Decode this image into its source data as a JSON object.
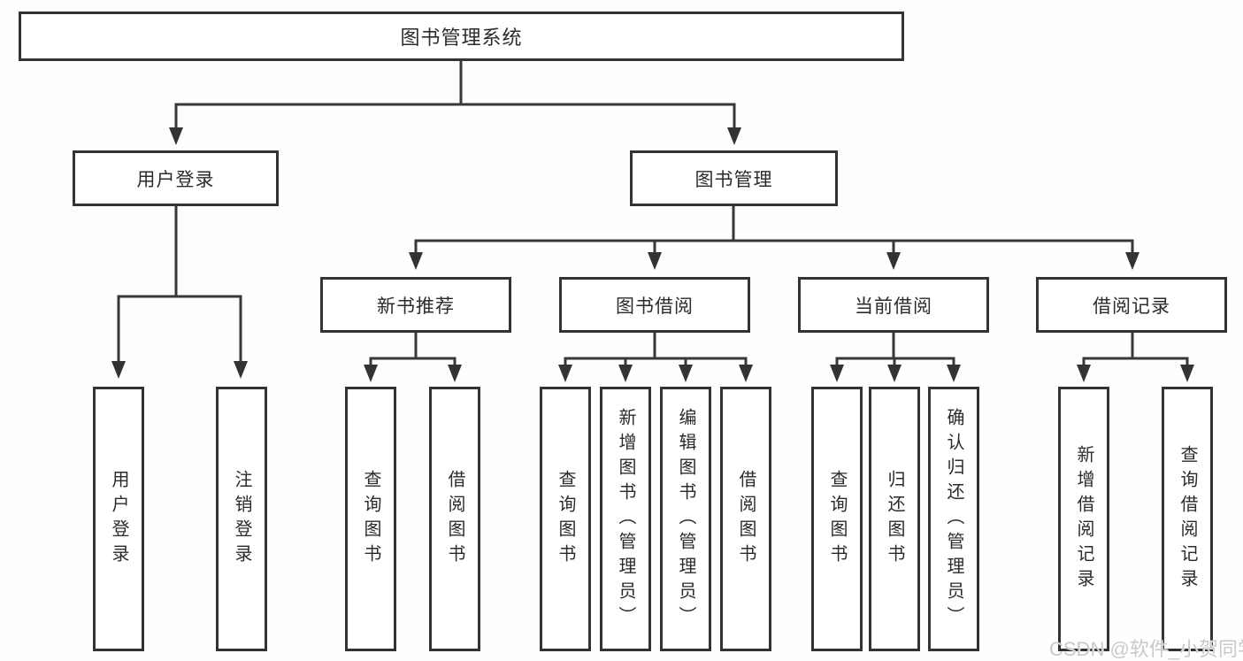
{
  "page": {
    "background": "#fefefe",
    "line_color": "#383838",
    "border_color": "#333333",
    "text_color": "#2b2b2b"
  },
  "tree": {
    "root": {
      "label": "图书管理系统"
    },
    "branches": [
      {
        "label": "用户登录",
        "children": [
          {
            "label": "用户登录"
          },
          {
            "label": "注销登录"
          }
        ]
      },
      {
        "label": "图书管理",
        "children": [
          {
            "label": "新书推荐",
            "children": [
              {
                "label": "查询图书"
              },
              {
                "label": "借阅图书"
              }
            ]
          },
          {
            "label": "图书借阅",
            "children": [
              {
                "label": "查询图书"
              },
              {
                "label": "新增图书（管理员）"
              },
              {
                "label": "编辑图书（管理员）"
              },
              {
                "label": "借阅图书"
              }
            ]
          },
          {
            "label": "当前借阅",
            "children": [
              {
                "label": "查询图书"
              },
              {
                "label": "归还图书"
              },
              {
                "label": "确认归还（管理员）"
              }
            ]
          },
          {
            "label": "借阅记录",
            "children": [
              {
                "label": "新增借阅记录"
              },
              {
                "label": "查询借阅记录"
              }
            ]
          }
        ]
      }
    ]
  },
  "watermark": {
    "text": "CSDN @软件_小贺同学",
    "color": "#c9c9c9"
  }
}
